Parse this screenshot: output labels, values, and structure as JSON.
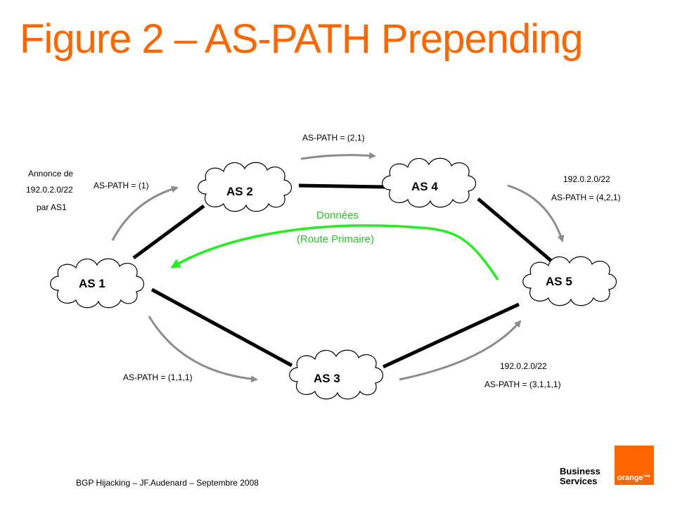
{
  "title": "Figure 2 – AS-PATH Prepending",
  "nodes": [
    {
      "id": "as1",
      "label": "AS 1"
    },
    {
      "id": "as2",
      "label": "AS 2"
    },
    {
      "id": "as3",
      "label": "AS 3"
    },
    {
      "id": "as4",
      "label": "AS 4"
    },
    {
      "id": "as5",
      "label": "AS 5"
    }
  ],
  "labels": {
    "announce_line1": "Annonce de",
    "announce_line2": "192.0.2.0/22",
    "announce_line3": "par AS1",
    "as1_to_as2": "AS-PATH = (1)",
    "as2_to_as4": "AS-PATH = (2,1)",
    "as4_to_as5_prefix": "192.0.2.0/22",
    "as4_to_as5_path": "AS-PATH = (4,2,1)",
    "as1_to_as3": "AS-PATH = (1,1,1)",
    "as3_to_as5_prefix": "192.0.2.0/22",
    "as3_to_as5_path": "AS-PATH = (3,1,1,1)",
    "data_line1": "Données",
    "data_line2": "(Route Primaire)"
  },
  "colors": {
    "title": "#ff6600",
    "link": "#000000",
    "announce_arrow": "#8c8c8c",
    "data_flow": "#22ee22",
    "logo": "#ff6600"
  },
  "footer": {
    "caption": "BGP Hijacking – JF.Audenard – Septembre 2008",
    "brand_line1": "Business",
    "brand_line2": "Services",
    "logo_text": "orange™"
  }
}
